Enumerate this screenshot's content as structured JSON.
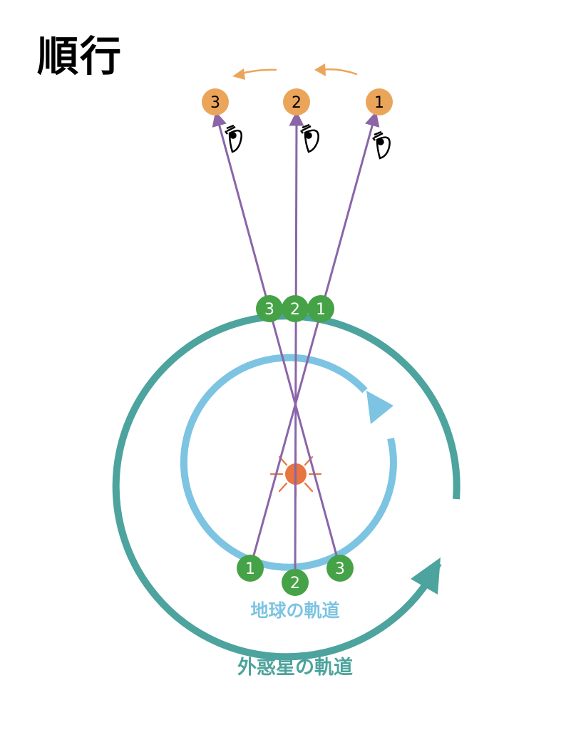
{
  "title": "順行",
  "labels": {
    "earth_orbit": "地球の軌道",
    "outer_orbit": "外惑星の軌道"
  },
  "planet_numbers": [
    "3",
    "2",
    "1"
  ],
  "earth_numbers": [
    "1",
    "2",
    "3"
  ],
  "outer_crossing_numbers": [
    "3",
    "2",
    "1"
  ],
  "colors": {
    "outer_orbit": "#4da39d",
    "earth_orbit": "#7cc4e2",
    "sight_line": "#8a65a8",
    "earth_marker": "#45a246",
    "planet_marker": "#eba55a",
    "sun": "#e87440",
    "label_earth": "#7cc4e2",
    "label_outer": "#4da39d"
  }
}
